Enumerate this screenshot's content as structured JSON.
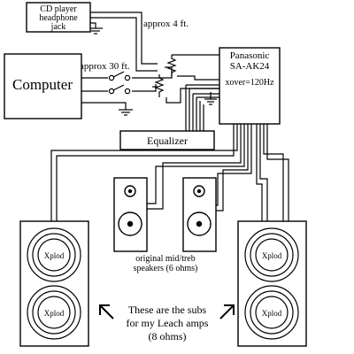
{
  "devices": {
    "cd_player": {
      "line1": "CD player",
      "line2": "headphone",
      "line3": "jack"
    },
    "computer": "Computer",
    "receiver": {
      "line1": "Panasonic",
      "line2": "SA-AK24",
      "line3": "xover=120Hz"
    },
    "equalizer": "Equalizer"
  },
  "cable_notes": {
    "short": "approx 4 ft.",
    "long": "approx 30 ft."
  },
  "speakers": {
    "driver_label": "Xplod",
    "satellites_caption": {
      "line1": "original mid/treb",
      "line2": "speakers (6 ohms)"
    },
    "subs_caption": {
      "line1": "These are the subs",
      "line2": "for my Leach amps",
      "line3": "(8 ohms)"
    }
  }
}
